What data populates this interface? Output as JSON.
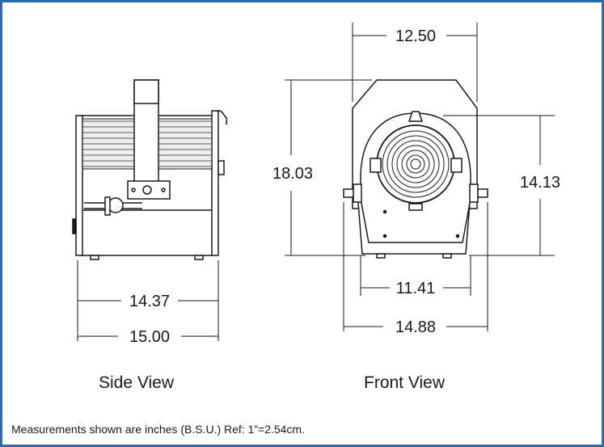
{
  "border_color": "#2e6aa3",
  "side_view": {
    "caption": "Side View",
    "dims": {
      "depth_inner": "14.37",
      "depth_outer": "15.00"
    }
  },
  "front_view": {
    "caption": "Front View",
    "dims": {
      "top_width": "12.50",
      "overall_height": "18.03",
      "body_height": "14.13",
      "bottom_width_inner": "11.41",
      "bottom_width_outer": "14.88"
    }
  },
  "footnote": "Measurements shown are inches (B.S.U.) Ref: 1”=2.54cm."
}
